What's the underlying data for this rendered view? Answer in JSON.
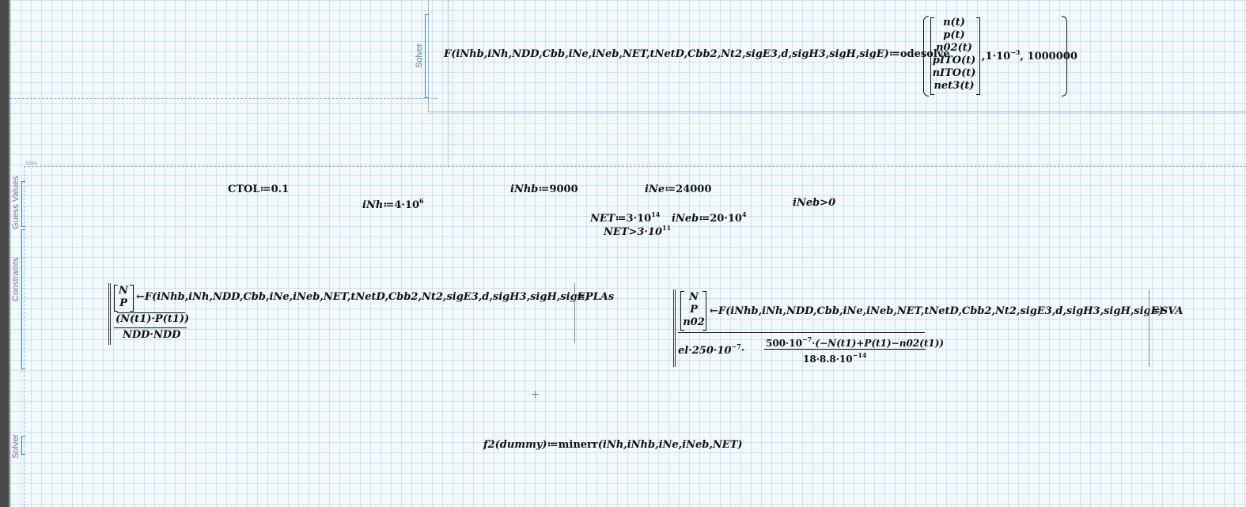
{
  "regions": {
    "solver_top": "Solver",
    "guess_values": "Guess Values",
    "constraints": "Constraints",
    "solver_bottom": "Solver",
    "solve_tiny": "Solve"
  },
  "odesolve": {
    "lhs": "F(iNhb,iNh,NDD,Cbb,iNe,iNeb,NET,tNetD,Cbb2,Nt2,sigE3,d,sigH3,sigH,sigE)",
    "assign": "≔",
    "func": "odesolve",
    "vector": [
      "n(t)",
      "p(t)",
      "n02(t)",
      "pITO(t)",
      "nITO(t)",
      "net3(t)"
    ],
    "arg2_base": "1·10",
    "arg2_exp": "−3",
    "arg3": "1000000"
  },
  "guess": {
    "ctol_name": "CTOL",
    "ctol_val": "0.1",
    "inh_name": "iNh",
    "inh_val": "4·10",
    "inh_exp": "6",
    "inhb_name": "iNhb",
    "inhb_val": "9000",
    "ine_name": "iNe",
    "ine_val": "24000",
    "net_name": "NET",
    "net_val": "3·10",
    "net_exp": "14",
    "ineb_name": "iNeb",
    "ineb_val": "20·10",
    "ineb_exp": "4"
  },
  "constraints": {
    "ineb_gt": "iNeb>0",
    "net_gt_base": "NET>3·10",
    "net_gt_exp": "11"
  },
  "program_left": {
    "vec": [
      "N",
      "P"
    ],
    "call": "←F(iNhb,iNh,NDD,Cbb,iNe,iNeb,NET,tNetD,Cbb2,Nt2,sigE3,d,sigH3,sigH,sigE)",
    "num": "(N(t1)·P(t1))",
    "den": "NDD·NDD",
    "result": "=PLAs"
  },
  "program_right": {
    "vec": [
      "N",
      "P",
      "n02"
    ],
    "call": "←F(iNhb,iNh,NDD,Cbb,iNe,iNeb,NET,tNetD,Cbb2,Nt2,sigE3,d,sigH3,sigH,sigE)",
    "prefix": "el·250·10",
    "prefix_exp": "−7",
    "num": "500·10",
    "num_exp": "−7",
    "num_rest": "·(−N(t1)+P(t1)−n02(t1))",
    "den": "18·8.8·10",
    "den_exp": "−14",
    "result": "=SVA"
  },
  "minerr": {
    "lhs": "f2(dummy)",
    "assign": "≔",
    "func": "minerr",
    "args": "(iNh,iNhb,iNe,iNeb,NET)"
  }
}
